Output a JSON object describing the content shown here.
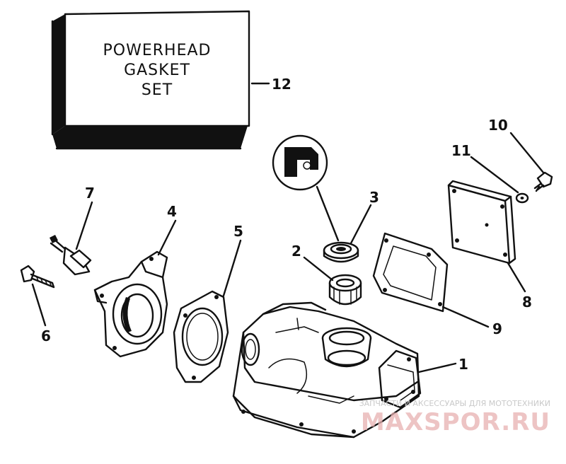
{
  "gasket_box": {
    "line1": "POWERHEAD",
    "line2": "GASKET",
    "line3": "SET"
  },
  "callouts": {
    "c1": "1",
    "c2": "2",
    "c3": "3",
    "c4": "4",
    "c5": "5",
    "c6": "6",
    "c7": "7",
    "c8": "8",
    "c9": "9",
    "c10": "10",
    "c11": "11",
    "c12": "12"
  },
  "watermark": {
    "tagline": "ЗАПЧАСТИ И АКСЕССУАРЫ ДЛЯ МОТОТЕХНИКИ",
    "brand": "MAXSPOR.RU",
    "color": "#e7b0b0"
  },
  "colors": {
    "ink": "#111111",
    "background": "#ffffff"
  }
}
